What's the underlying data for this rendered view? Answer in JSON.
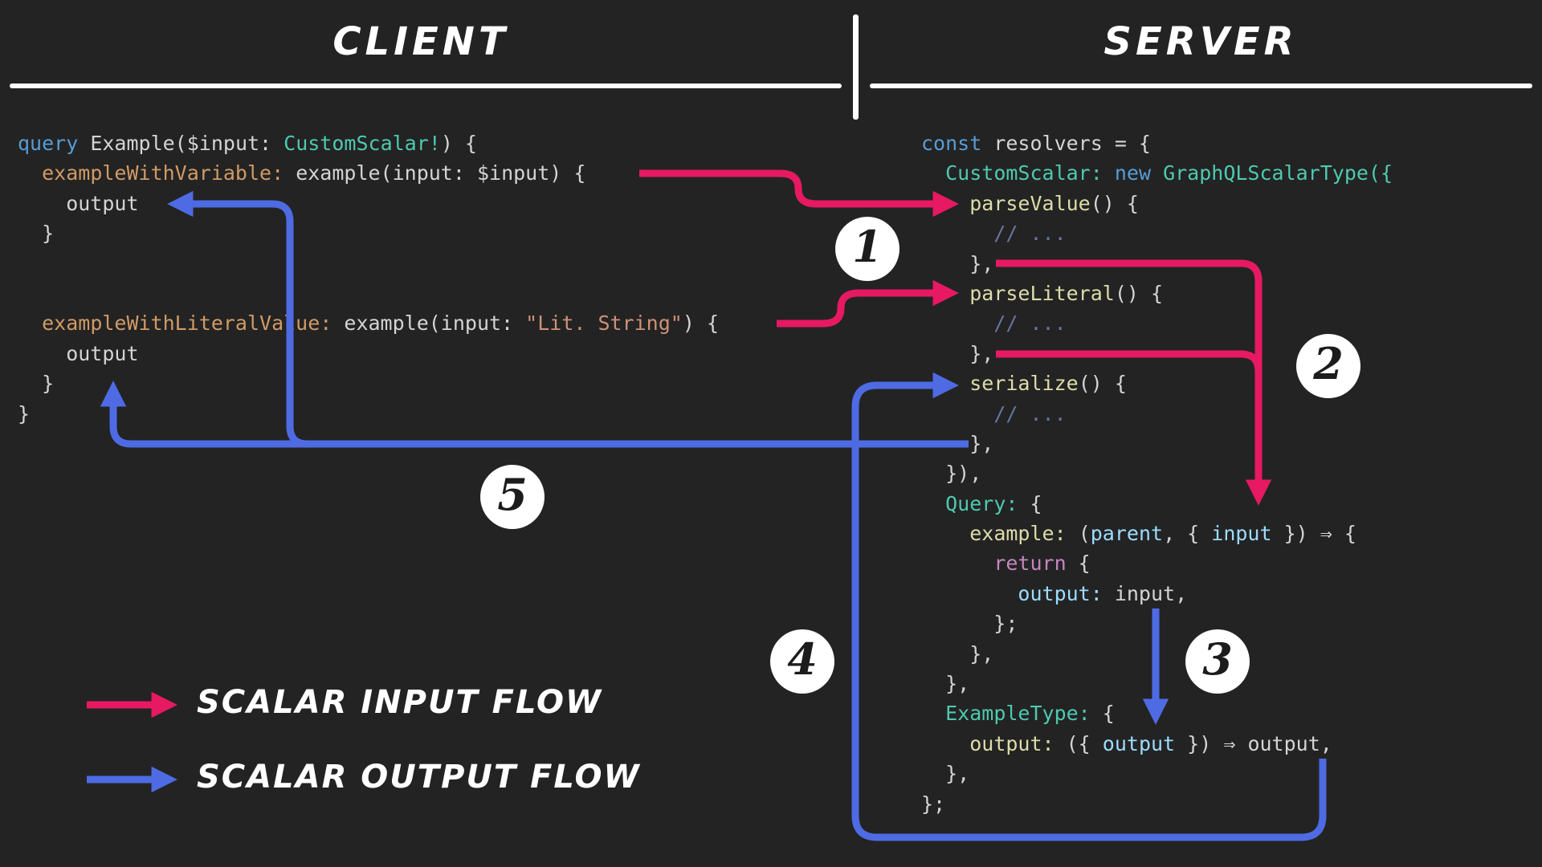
{
  "header": {
    "client": "CLIENT",
    "server": "SERVER"
  },
  "legend": {
    "input_label": "SCALAR INPUT FLOW",
    "output_label": "SCALAR OUTPUT FLOW"
  },
  "badges": [
    "1",
    "2",
    "3",
    "4",
    "5"
  ],
  "colors": {
    "background": "#232323",
    "pink": "#e61962",
    "blue": "#4e6be4",
    "circle_bg": "#ffffff",
    "circle_text": "#1c1c1c"
  },
  "code_colors": {
    "fg": "#d4d4d4",
    "kw": "#569cd6",
    "type": "#4ec9b0",
    "alias": "#d19a66",
    "str": "#ce9178",
    "fn": "#dcdcaa",
    "comment": "#6674a0",
    "param": "#9cdcfe",
    "ctrl": "#c586c0"
  },
  "client_code": {
    "lines": [
      [
        {
          "t": "query",
          "c": "kw"
        },
        {
          "t": " Example(",
          "c": "fg"
        },
        {
          "t": "$input:",
          "c": "fg"
        },
        {
          "t": " ",
          "c": "fg"
        },
        {
          "t": "CustomScalar!",
          "c": "type"
        },
        {
          "t": ") {",
          "c": "fg"
        }
      ],
      [
        {
          "t": "  ",
          "c": "fg"
        },
        {
          "t": "exampleWithVariable:",
          "c": "alias"
        },
        {
          "t": " example(input: $input) {",
          "c": "fg"
        }
      ],
      [
        {
          "t": "    output",
          "c": "fg"
        }
      ],
      [
        {
          "t": "  }",
          "c": "fg"
        }
      ],
      [],
      [],
      [
        {
          "t": "  ",
          "c": "fg"
        },
        {
          "t": "exampleWithLiteralValue:",
          "c": "alias"
        },
        {
          "t": " example(input: ",
          "c": "fg"
        },
        {
          "t": "\"Lit. String\"",
          "c": "str"
        },
        {
          "t": ") {",
          "c": "fg"
        }
      ],
      [
        {
          "t": "    output",
          "c": "fg"
        }
      ],
      [
        {
          "t": "  }",
          "c": "fg"
        }
      ],
      [
        {
          "t": "}",
          "c": "fg"
        }
      ]
    ]
  },
  "server_code": {
    "lines": [
      [
        {
          "t": "const",
          "c": "kw"
        },
        {
          "t": " resolvers = {",
          "c": "fg"
        }
      ],
      [
        {
          "t": "  ",
          "c": "fg"
        },
        {
          "t": "CustomScalar:",
          "c": "type"
        },
        {
          "t": " ",
          "c": "fg"
        },
        {
          "t": "new",
          "c": "kw"
        },
        {
          "t": " ",
          "c": "fg"
        },
        {
          "t": "GraphQLScalarType({",
          "c": "type"
        }
      ],
      [
        {
          "t": "    ",
          "c": "fg"
        },
        {
          "t": "parseValue",
          "c": "fn"
        },
        {
          "t": "() {",
          "c": "fg"
        }
      ],
      [
        {
          "t": "      // ...",
          "c": "comment"
        }
      ],
      [
        {
          "t": "    },",
          "c": "fg"
        }
      ],
      [
        {
          "t": "    ",
          "c": "fg"
        },
        {
          "t": "parseLiteral",
          "c": "fn"
        },
        {
          "t": "() {",
          "c": "fg"
        }
      ],
      [
        {
          "t": "      // ...",
          "c": "comment"
        }
      ],
      [
        {
          "t": "    },",
          "c": "fg"
        }
      ],
      [
        {
          "t": "    ",
          "c": "fg"
        },
        {
          "t": "serialize",
          "c": "fn"
        },
        {
          "t": "() {",
          "c": "fg"
        }
      ],
      [
        {
          "t": "      // ...",
          "c": "comment"
        }
      ],
      [
        {
          "t": "    },",
          "c": "fg"
        }
      ],
      [
        {
          "t": "  }),",
          "c": "fg"
        }
      ],
      [
        {
          "t": "  ",
          "c": "fg"
        },
        {
          "t": "Query:",
          "c": "type"
        },
        {
          "t": " {",
          "c": "fg"
        }
      ],
      [
        {
          "t": "    ",
          "c": "fg"
        },
        {
          "t": "example:",
          "c": "fn"
        },
        {
          "t": " (",
          "c": "fg"
        },
        {
          "t": "parent",
          "c": "param"
        },
        {
          "t": ", { ",
          "c": "fg"
        },
        {
          "t": "input",
          "c": "param"
        },
        {
          "t": " }) ",
          "c": "fg"
        },
        {
          "t": "⇒",
          "c": "fg"
        },
        {
          "t": " {",
          "c": "fg"
        }
      ],
      [
        {
          "t": "      ",
          "c": "fg"
        },
        {
          "t": "return",
          "c": "ctrl"
        },
        {
          "t": " {",
          "c": "fg"
        }
      ],
      [
        {
          "t": "        ",
          "c": "fg"
        },
        {
          "t": "output:",
          "c": "param"
        },
        {
          "t": " input,",
          "c": "fg"
        }
      ],
      [
        {
          "t": "      };",
          "c": "fg"
        }
      ],
      [
        {
          "t": "    },",
          "c": "fg"
        }
      ],
      [
        {
          "t": "  },",
          "c": "fg"
        }
      ],
      [
        {
          "t": "  ",
          "c": "fg"
        },
        {
          "t": "ExampleType:",
          "c": "type"
        },
        {
          "t": " {",
          "c": "fg"
        }
      ],
      [
        {
          "t": "    ",
          "c": "fg"
        },
        {
          "t": "output:",
          "c": "fn"
        },
        {
          "t": " ({ ",
          "c": "fg"
        },
        {
          "t": "output",
          "c": "param"
        },
        {
          "t": " }) ",
          "c": "fg"
        },
        {
          "t": "⇒",
          "c": "fg"
        },
        {
          "t": " output,",
          "c": "fg"
        }
      ],
      [
        {
          "t": "  },",
          "c": "fg"
        }
      ],
      [
        {
          "t": "};",
          "c": "fg"
        }
      ]
    ]
  }
}
